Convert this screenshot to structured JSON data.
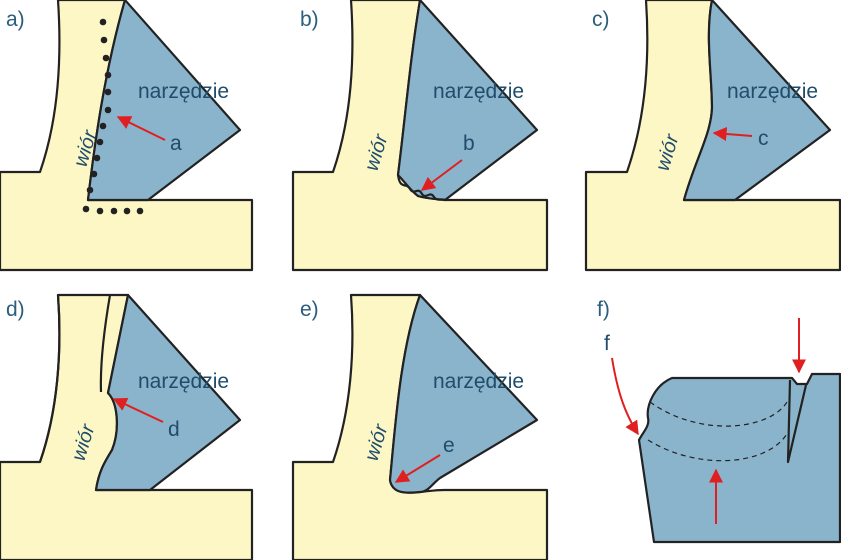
{
  "colors": {
    "workpiece": "#fdf7c6",
    "tool": "#8ab3cc",
    "arrow": "#e02020",
    "text": "#1f4d6b"
  },
  "panels": [
    {
      "id": "a",
      "label": "a)",
      "tool_text": "narzędzie",
      "chip_text": "wiór",
      "mark": "a"
    },
    {
      "id": "b",
      "label": "b)",
      "tool_text": "narzędzie",
      "chip_text": "wiór",
      "mark": "b"
    },
    {
      "id": "c",
      "label": "c)",
      "tool_text": "narzędzie",
      "chip_text": "wiór",
      "mark": "c"
    },
    {
      "id": "d",
      "label": "d)",
      "tool_text": "narzędzie",
      "chip_text": "wiór",
      "mark": "d"
    },
    {
      "id": "e",
      "label": "e)",
      "tool_text": "narzędzie",
      "chip_text": "wiór",
      "mark": "e"
    },
    {
      "id": "f",
      "label": "f)",
      "mark": "f"
    }
  ]
}
